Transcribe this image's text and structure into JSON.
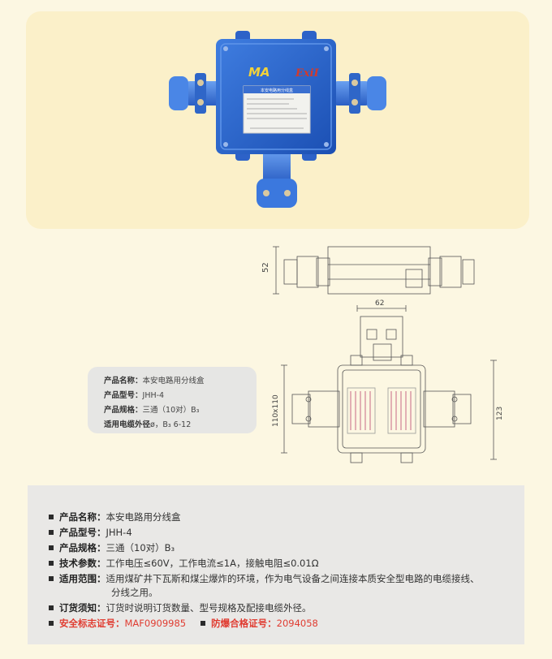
{
  "hero": {
    "logo_ma": "MA",
    "logo_exi": "ExiI",
    "plate_title": "本安电路用分线盒"
  },
  "spec_card": {
    "rows": [
      {
        "label": "产品名称",
        "value": "本安电路用分线盒"
      },
      {
        "label": "产品型号",
        "value": "JHH-4"
      },
      {
        "label": "产品规格",
        "value": "三通（10对）B₃"
      },
      {
        "label": "适用电缆外径",
        "value": "ø，B₃ 6-12"
      }
    ]
  },
  "drawing": {
    "dim_52": "52",
    "dim_62": "62",
    "dim_110": "110x110",
    "dim_123": "123"
  },
  "details": {
    "name": {
      "label": "产品名称：",
      "value": "本安电路用分线盒"
    },
    "model": {
      "label": "产品型号：",
      "value": "JHH-4"
    },
    "spec": {
      "label": "产品规格：",
      "value": "三通（10对）B₃"
    },
    "tech": {
      "label": "技术参数：",
      "value": "工作电压≤60V，工作电流≤1A，接触电阻≤0.01Ω"
    },
    "scope": {
      "label": "适用范围：",
      "value": "适用煤矿井下瓦斯和煤尘爆炸的环境，作为电气设备之间连接本质安全型电路的电缆接线、",
      "value2": "分线之用。"
    },
    "order": {
      "label": "订货须知：",
      "value": "订货时说明订货数量、型号规格及配接电缆外径。"
    },
    "cert": {
      "label": "安全标志证号：",
      "value": "MAF0909985",
      "label2": "防爆合格证号：",
      "value2": "2094058"
    }
  }
}
